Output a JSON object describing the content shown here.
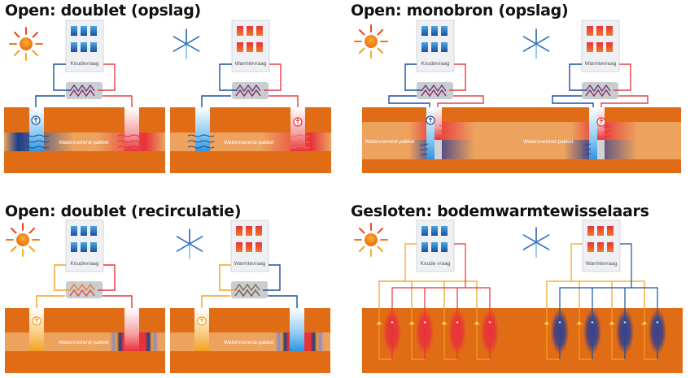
{
  "colors": {
    "ground": "#e06c15",
    "aquifer": "#eda25e",
    "cold": "#1b4f9c",
    "cold_light": "#3a9be0",
    "warm": "#e8323a",
    "warm_pipe": "#e0404a",
    "recirc": "#f5a020",
    "exchanger": "#c8cdd2",
    "building": "#eef0f4",
    "sun": "#f07a18",
    "snow": "#3a78c0"
  },
  "sections": [
    {
      "id": "doublet-opslag",
      "title": "Open: doublet (opslag)",
      "summer": {
        "icon": "sun-icon",
        "building_label": "Koudevraag",
        "aquifer_label": "Watervoerend pakket"
      },
      "winter": {
        "icon": "snowflake-icon",
        "building_label": "Warmtevraag",
        "aquifer_label": "Watervoerend pakket"
      }
    },
    {
      "id": "monobron-opslag",
      "title": "Open: monobron (opslag)",
      "summer": {
        "icon": "sun-icon",
        "building_label": "Koudevraag",
        "aquifer_label": "Watervoerend pakket"
      },
      "winter": {
        "icon": "snowflake-icon",
        "building_label": "Warmtevraag",
        "aquifer_label": "Watervoerend pakket"
      }
    },
    {
      "id": "doublet-recirculatie",
      "title": "Open: doublet (recirculatie)",
      "summer": {
        "icon": "sun-icon",
        "building_label": "Koudevraag",
        "aquifer_label": "Watervoerend pakket"
      },
      "winter": {
        "icon": "snowflake-icon",
        "building_label": "Warmtevraag",
        "aquifer_label": "Watervoerend pakket"
      }
    },
    {
      "id": "gesloten-bodemwarmtewisselaars",
      "title": "Gesloten: bodemwarmtewisselaars",
      "summer": {
        "icon": "sun-icon",
        "building_label": "Koude vraag"
      },
      "winter": {
        "icon": "snowflake-icon",
        "building_label": "Warmtevraag"
      }
    }
  ]
}
